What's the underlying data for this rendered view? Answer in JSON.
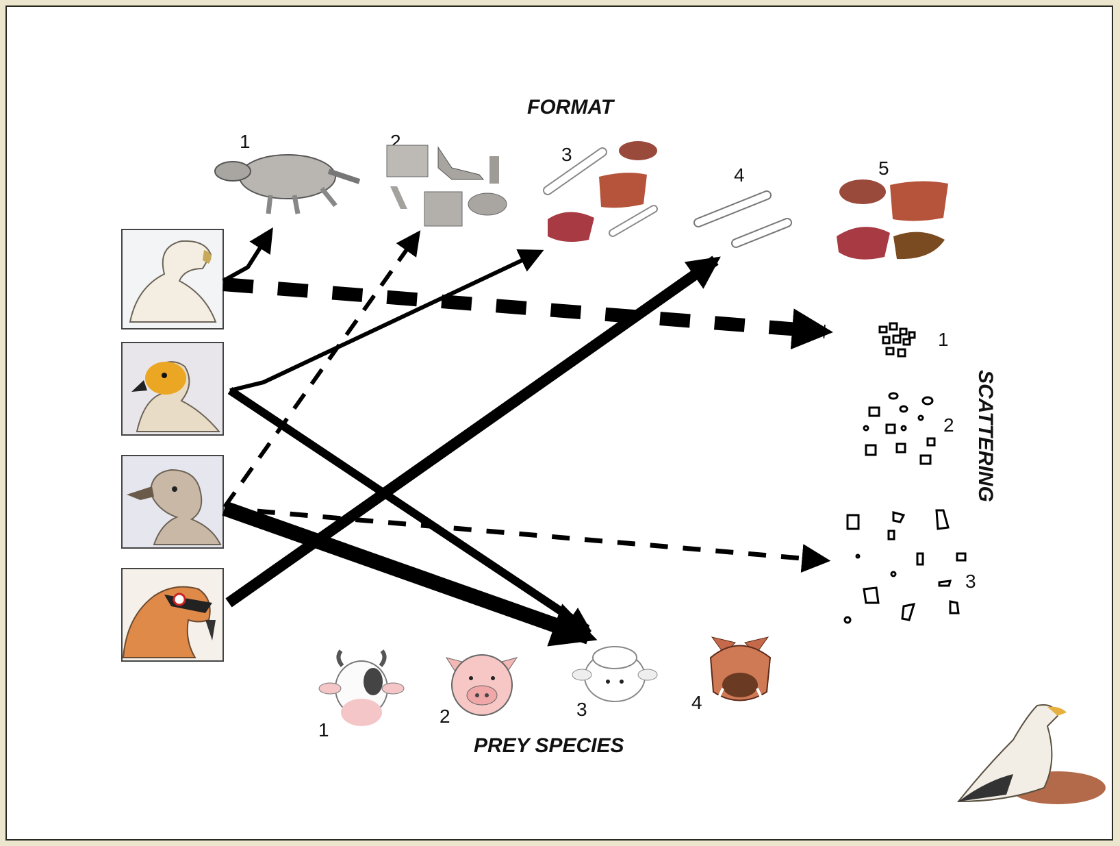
{
  "headings": {
    "format": "FORMAT",
    "scattering": "SCATTERING",
    "prey_species": "PREY SPECIES"
  },
  "format_items": [
    {
      "number": "1",
      "icon": "whole-carcass-icon"
    },
    {
      "number": "2",
      "icon": "carcass-pieces-icon"
    },
    {
      "number": "3",
      "icon": "bones-and-viscera-icon"
    },
    {
      "number": "4",
      "icon": "bones-icon"
    },
    {
      "number": "5",
      "icon": "meat-and-viscera-icon"
    }
  ],
  "scattering_items": [
    {
      "number": "1",
      "icon": "clustered-pieces-icon"
    },
    {
      "number": "2",
      "icon": "medium-scatter-icon"
    },
    {
      "number": "3",
      "icon": "wide-scatter-icon"
    }
  ],
  "prey_species": [
    {
      "number": "1",
      "icon": "cow-icon"
    },
    {
      "number": "2",
      "icon": "pig-icon"
    },
    {
      "number": "3",
      "icon": "sheep-icon"
    },
    {
      "number": "4",
      "icon": "wild-boar-icon"
    }
  ],
  "vultures": [
    {
      "icon": "griffon-vulture-icon"
    },
    {
      "icon": "egyptian-vulture-icon"
    },
    {
      "icon": "cinereous-vulture-icon"
    },
    {
      "icon": "bearded-vulture-icon"
    }
  ],
  "decoration": {
    "icon": "egyptian-vulture-standing-icon"
  },
  "colors": {
    "arrow": "#000000",
    "background": "#ece6cf",
    "frame": "#ffffff"
  }
}
